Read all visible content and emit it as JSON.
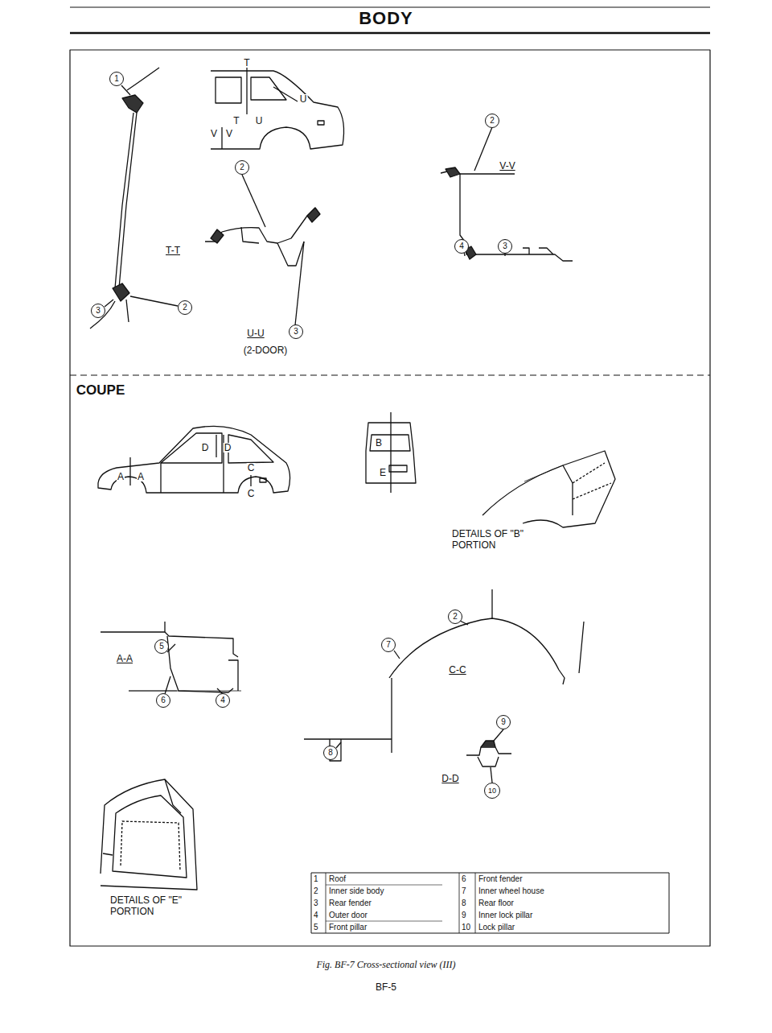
{
  "diagram": {
    "title": "BODY",
    "caption": "Fig. BF-7 Cross-sectional view (III)",
    "labels": [
      "1",
      "T-T",
      "3",
      "2",
      "T",
      "U",
      "T",
      "U",
      "V",
      "V",
      "2",
      "U-U",
      "3",
      "(2-DOOR)",
      "2",
      "V-V",
      "4",
      "3",
      "COUPE",
      "D",
      "D",
      "A",
      "A",
      "C",
      "C",
      "B",
      "E",
      "DETAILS OF \"B\" PORTION",
      "5",
      "A-A",
      "6",
      "4",
      "7",
      "2",
      "C-C",
      "8",
      "9",
      "D-D",
      "10",
      "DETAILS OF \"E\" PORTION",
      "1",
      "Roof",
      "6",
      "Front fender",
      "2",
      "Inner side body",
      "7",
      "Inner wheel house",
      "3",
      "Rear fender",
      "8",
      "Rear floor",
      "4",
      "Outer door",
      "9",
      "Inner lock pillar",
      "5",
      "Front pillar",
      "10",
      "Lock pillar",
      "BF-5"
    ]
  }
}
